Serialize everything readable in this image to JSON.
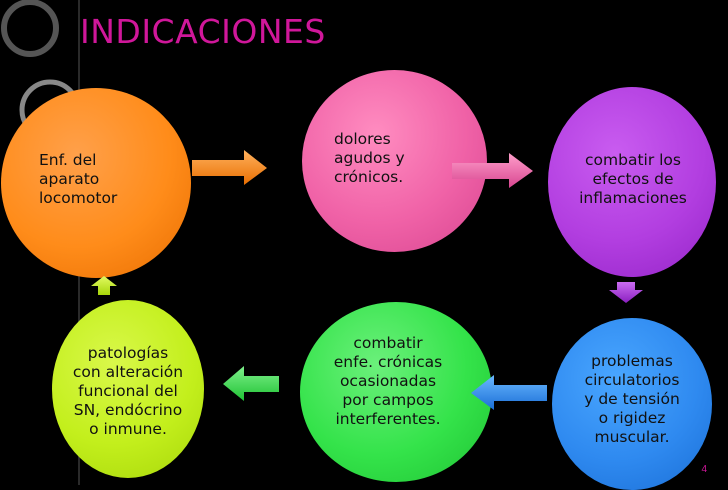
{
  "slide": {
    "title": "INDICACIONES",
    "page_number": "4"
  },
  "cycle": [
    {
      "id": "step-1",
      "text": "Enf. del\naparato\nlocomotor",
      "color": "#ff8c1a"
    },
    {
      "id": "step-2",
      "text": "dolores\nagudos y\ncrónicos.",
      "color": "#f062a7"
    },
    {
      "id": "step-3",
      "text": "combatir los\nefectos de\ninflamaciones",
      "color": "#b23ee0"
    },
    {
      "id": "step-4",
      "text": "problemas\ncirculatorios\ny de tensión\no rigidez\nmuscular.",
      "color": "#2f8af0"
    },
    {
      "id": "step-5",
      "text": "combatir\nenfe. crónicas\nocasionadas\npor campos\ninterferentes.",
      "color": "#34e34a"
    },
    {
      "id": "step-6",
      "text": "patologías\ncon alteración\nfuncional del\nSN, endócrino\no inmune.",
      "color": "#c3ef1c"
    }
  ],
  "arrow_colors": {
    "orange": "#ff8c1a",
    "pink": "#f062a7",
    "purple": "#b23ee0",
    "blue": "#2f8af0",
    "green": "#34e34a",
    "lime": "#c3ef1c"
  },
  "accent": "#d0179a"
}
